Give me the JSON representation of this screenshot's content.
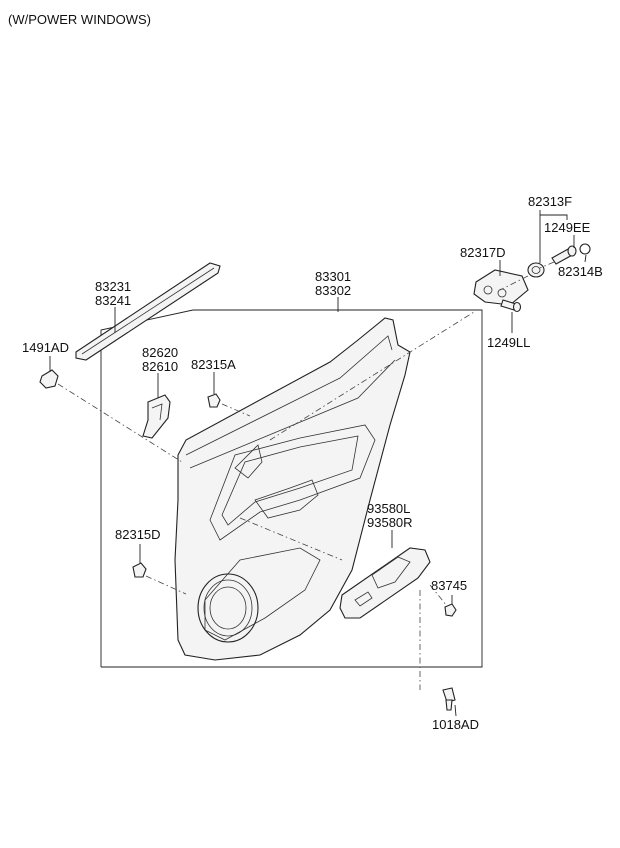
{
  "header": {
    "title": "(W/POWER WINDOWS)"
  },
  "labels": {
    "p82313F": "82313F",
    "p1249EE": "1249EE",
    "p82314B": "82314B",
    "p82317D": "82317D",
    "p1249LL": "1249LL",
    "p83231": "83231",
    "p83241": "83241",
    "p83301": "83301",
    "p83302": "83302",
    "p1491AD": "1491AD",
    "p82620": "82620",
    "p82610": "82610",
    "p82315A": "82315A",
    "p93580L": "93580L",
    "p93580R": "93580R",
    "p82315D": "82315D",
    "p83745": "83745",
    "p1018AD": "1018AD"
  }
}
